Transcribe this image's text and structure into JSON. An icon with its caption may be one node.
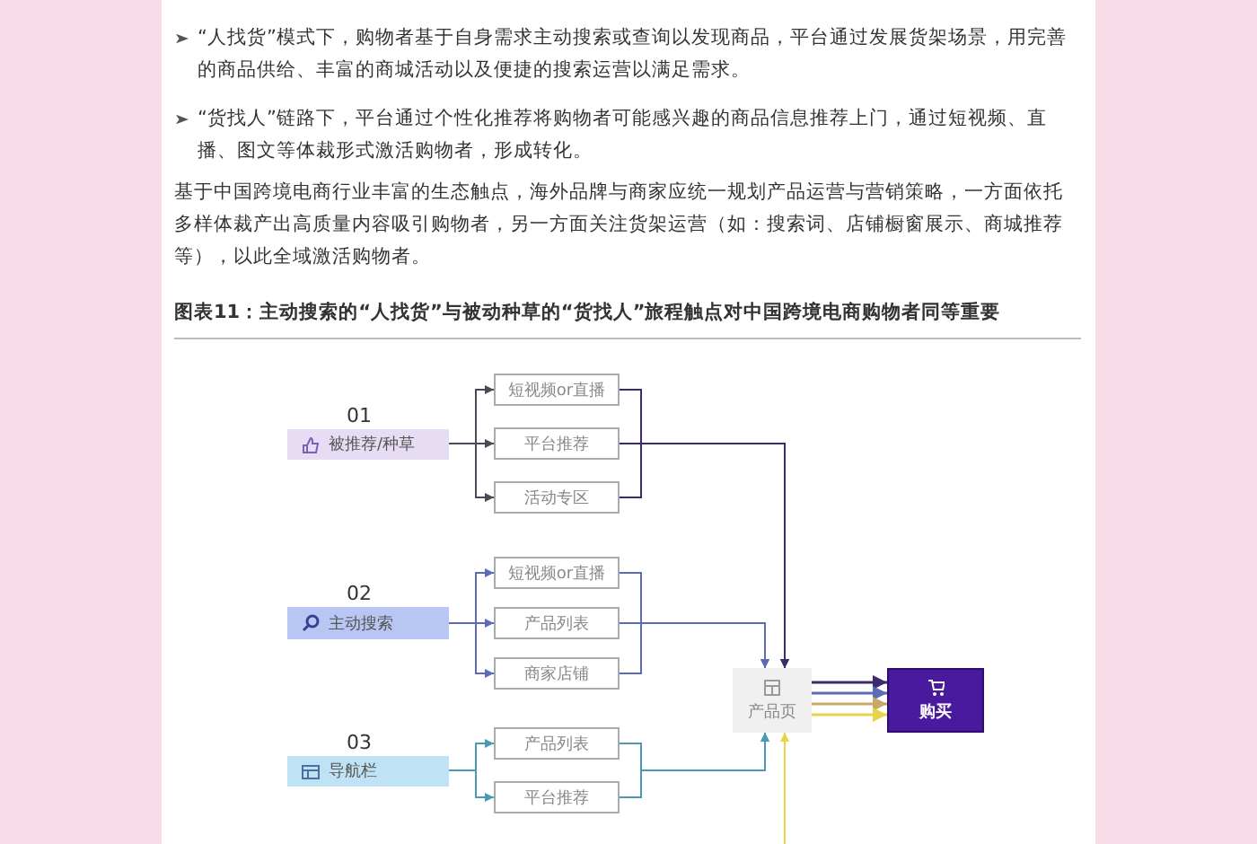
{
  "diagram": {
    "title": "图表11：主动搜索的“人找货”与被动种草的“货找人”旅程触点对中国跨境电商购物者同等重要",
    "nodes": [
      {
        "text": [
          "被推荐/种草"
        ],
        "beside": [
          "01"
        ]
      },
      {
        "text": [
          "短视频or直播"
        ]
      },
      {
        "text": [
          "平台推荐"
        ]
      },
      {
        "text": [
          "活动专区"
        ]
      },
      {
        "text": [
          "主动搜索"
        ],
        "beside": [
          "02"
        ]
      },
      {
        "text": [
          "短视频or直播"
        ]
      },
      {
        "text": [
          "产品列表"
        ]
      },
      {
        "text": [
          "商家店铺"
        ]
      },
      {
        "text": [
          "导航栏"
        ],
        "beside": [
          "03"
        ]
      },
      {
        "text": [
          "产品列表"
        ]
      },
      {
        "text": [
          "平台推荐"
        ]
      },
      {
        "text": [
          "产品页"
        ]
      },
      {
        "text": [
          "购买"
        ]
      }
    ],
    "edges": [
      {
        "from": 0,
        "to": 1,
        "arrow": "to",
        "color": "#4a4a5a"
      },
      {
        "from": 0,
        "to": 2,
        "arrow": "to",
        "color": "#4a4a5a"
      },
      {
        "from": 0,
        "to": 3,
        "arrow": "to",
        "color": "#4a4a5a"
      },
      {
        "from": 1,
        "to": 11,
        "arrow": "to",
        "color": "#3d2b6b"
      },
      {
        "from": 2,
        "to": 11,
        "arrow": "to",
        "color": "#3d2b6b"
      },
      {
        "from": 3,
        "to": 11,
        "arrow": "to",
        "color": "#3d2b6b"
      },
      {
        "from": 4,
        "to": 5,
        "arrow": "to",
        "color": "#5b6bb5"
      },
      {
        "from": 4,
        "to": 6,
        "arrow": "to",
        "color": "#5b6bb5"
      },
      {
        "from": 4,
        "to": 7,
        "arrow": "to",
        "color": "#5b6bb5"
      },
      {
        "from": 5,
        "to": 11,
        "arrow": "to",
        "color": "#5b6bb5"
      },
      {
        "from": 6,
        "to": 11,
        "arrow": "to",
        "color": "#5b6bb5"
      },
      {
        "from": 7,
        "to": 11,
        "arrow": "to",
        "color": "#5b6bb5"
      },
      {
        "from": 8,
        "to": 9,
        "arrow": "to",
        "color": "#4a9ab5"
      },
      {
        "from": 8,
        "to": 10,
        "arrow": "to",
        "color": "#4a9ab5"
      },
      {
        "from": 9,
        "to": 11,
        "arrow": "to",
        "color": "#4a9ab5"
      },
      {
        "from": 10,
        "to": 11,
        "arrow": "to",
        "color": "#4a9ab5"
      },
      {
        "from": null,
        "to": 11,
        "arrow": "to",
        "color": "#e8d44a"
      },
      {
        "from": 11,
        "to": 12,
        "arrow": "to",
        "color": "#3d2b6b"
      },
      {
        "from": 11,
        "to": 12,
        "arrow": "to",
        "color": "#5b6bb5"
      },
      {
        "from": 11,
        "to": 12,
        "arrow": "to",
        "color": "#c9a96a"
      },
      {
        "from": 11,
        "to": 12,
        "arrow": "to",
        "color": "#e8d44a"
      }
    ],
    "labels": [
      "“人找货”模式下，购物者基于自身需求主动搜索或查询以发现商品，平台通过发展货架场景，用完善的商品供给、丰富的商城活动以及便捷的搜索运营以满足需求。",
      "“货找人”链路下，平台通过个性化推荐将购物者可能感兴趣的商品信息推荐上门，通过短视频、直播、图文等体裁形式激活购物者，形成转化。",
      "基于中国跨境电商行业丰富的生态触点，海外品牌与商家应统一规划产品运营与营销策略，一方面依托多样体裁产出高质量内容吸引购物者，另一方面关注货架运营（如：搜索词、店铺橱窗展示、商城推荐等），以此全域激活购物者。"
    ]
  }
}
